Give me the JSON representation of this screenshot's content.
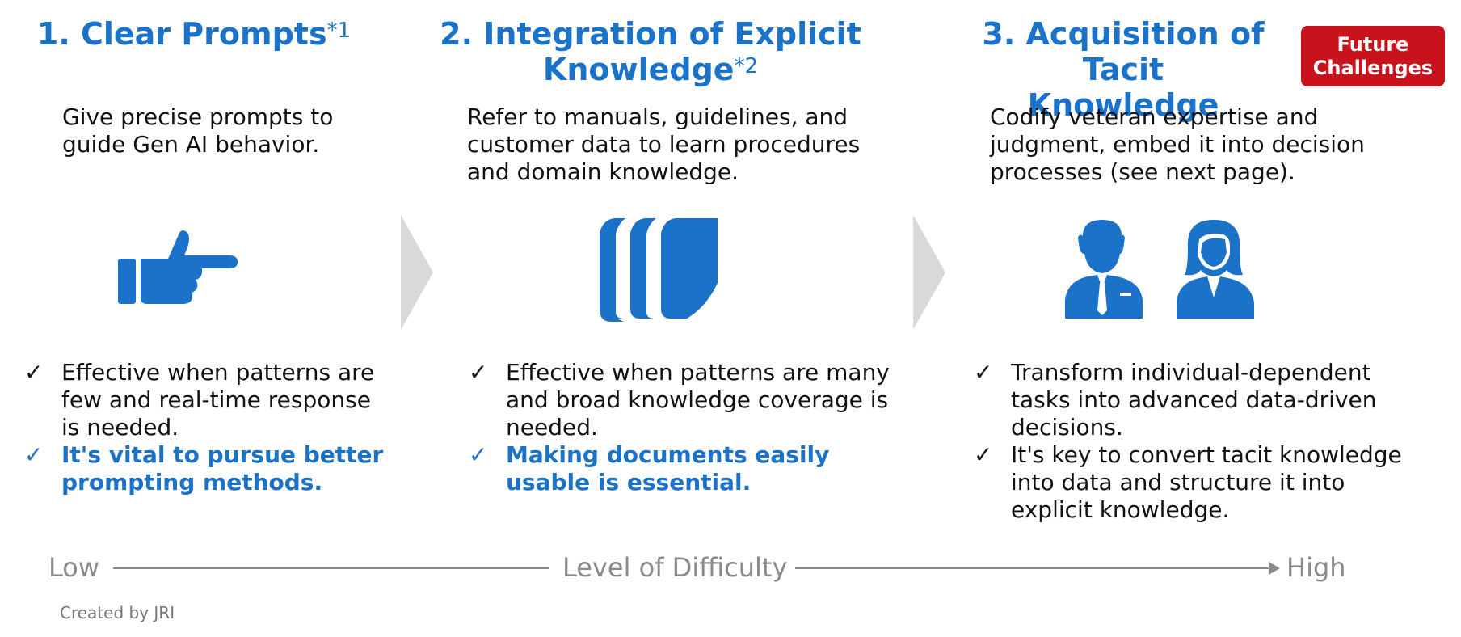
{
  "columns": [
    {
      "title_line1": "1. Clear Prompts",
      "title_sup": "*1",
      "description_line1": "Give precise prompts to",
      "description_line2": "guide Gen AI behavior.",
      "icon": "pointing-hand-icon",
      "bullets": [
        {
          "lines": [
            "Effective when patterns are",
            "few and real-time response",
            "is needed."
          ],
          "highlight": false
        },
        {
          "lines": [
            "It's vital to pursue better",
            "prompting methods."
          ],
          "highlight": true
        }
      ]
    },
    {
      "title_line1": "2. Integration of Explicit",
      "title_line2": "Knowledge",
      "title_sup": "*2",
      "description_line1": "Refer to manuals, guidelines, and",
      "description_line2": "customer data to learn procedures",
      "description_line3": "and domain knowledge.",
      "icon": "books-icon",
      "bullets": [
        {
          "lines": [
            "Effective when patterns are many",
            "and broad knowledge coverage is",
            "needed."
          ],
          "highlight": false
        },
        {
          "lines": [
            "Making documents easily",
            "usable is essential."
          ],
          "highlight": true
        }
      ]
    },
    {
      "title_line1": "3. Acquisition of Tacit",
      "title_line2": "Knowledge",
      "description_line1": "Codify veteran expertise and",
      "description_line2": "judgment, embed it into decision",
      "description_line3": "processes (see next page).",
      "icon": "people-icon",
      "bullets": [
        {
          "lines": [
            "Transform individual-dependent",
            "tasks into advanced data-driven",
            "decisions."
          ],
          "highlight": false
        },
        {
          "lines": [
            "It's key to convert tacit knowledge",
            "into data and structure it into",
            "explicit knowledge."
          ],
          "highlight": false
        }
      ]
    }
  ],
  "badge": {
    "line1": "Future",
    "line2": "Challenges"
  },
  "check_glyph": "✓",
  "axis": {
    "low": "Low",
    "label": "Level of Difficulty",
    "high": "High"
  },
  "credit": "Created by JRI",
  "colors": {
    "accent": "#1a72c9",
    "badge": "#c8121c",
    "chevron": "#d9d9d9",
    "axis": "#8a8a8a"
  }
}
